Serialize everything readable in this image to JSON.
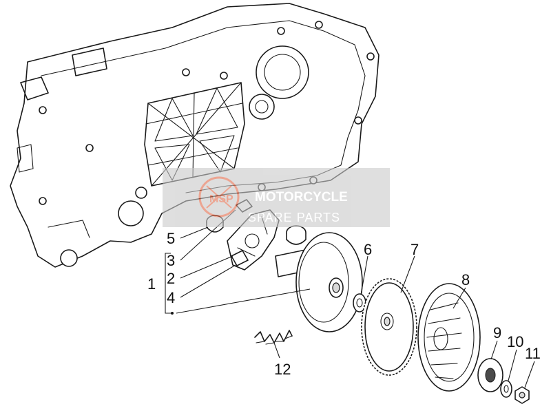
{
  "diagram": {
    "callouts": {
      "c1": "1",
      "c2": "2",
      "c3": "3",
      "c4": "4",
      "c5": "5",
      "c6": "6",
      "c7": "7",
      "c8": "8",
      "c9": "9",
      "c10": "10",
      "c11": "11",
      "c12": "12"
    }
  },
  "watermark": {
    "line1": "MOTORCYCLE",
    "line2": "SPARE PARTS",
    "logo_text": "MSP",
    "color": "#e06a4a"
  }
}
